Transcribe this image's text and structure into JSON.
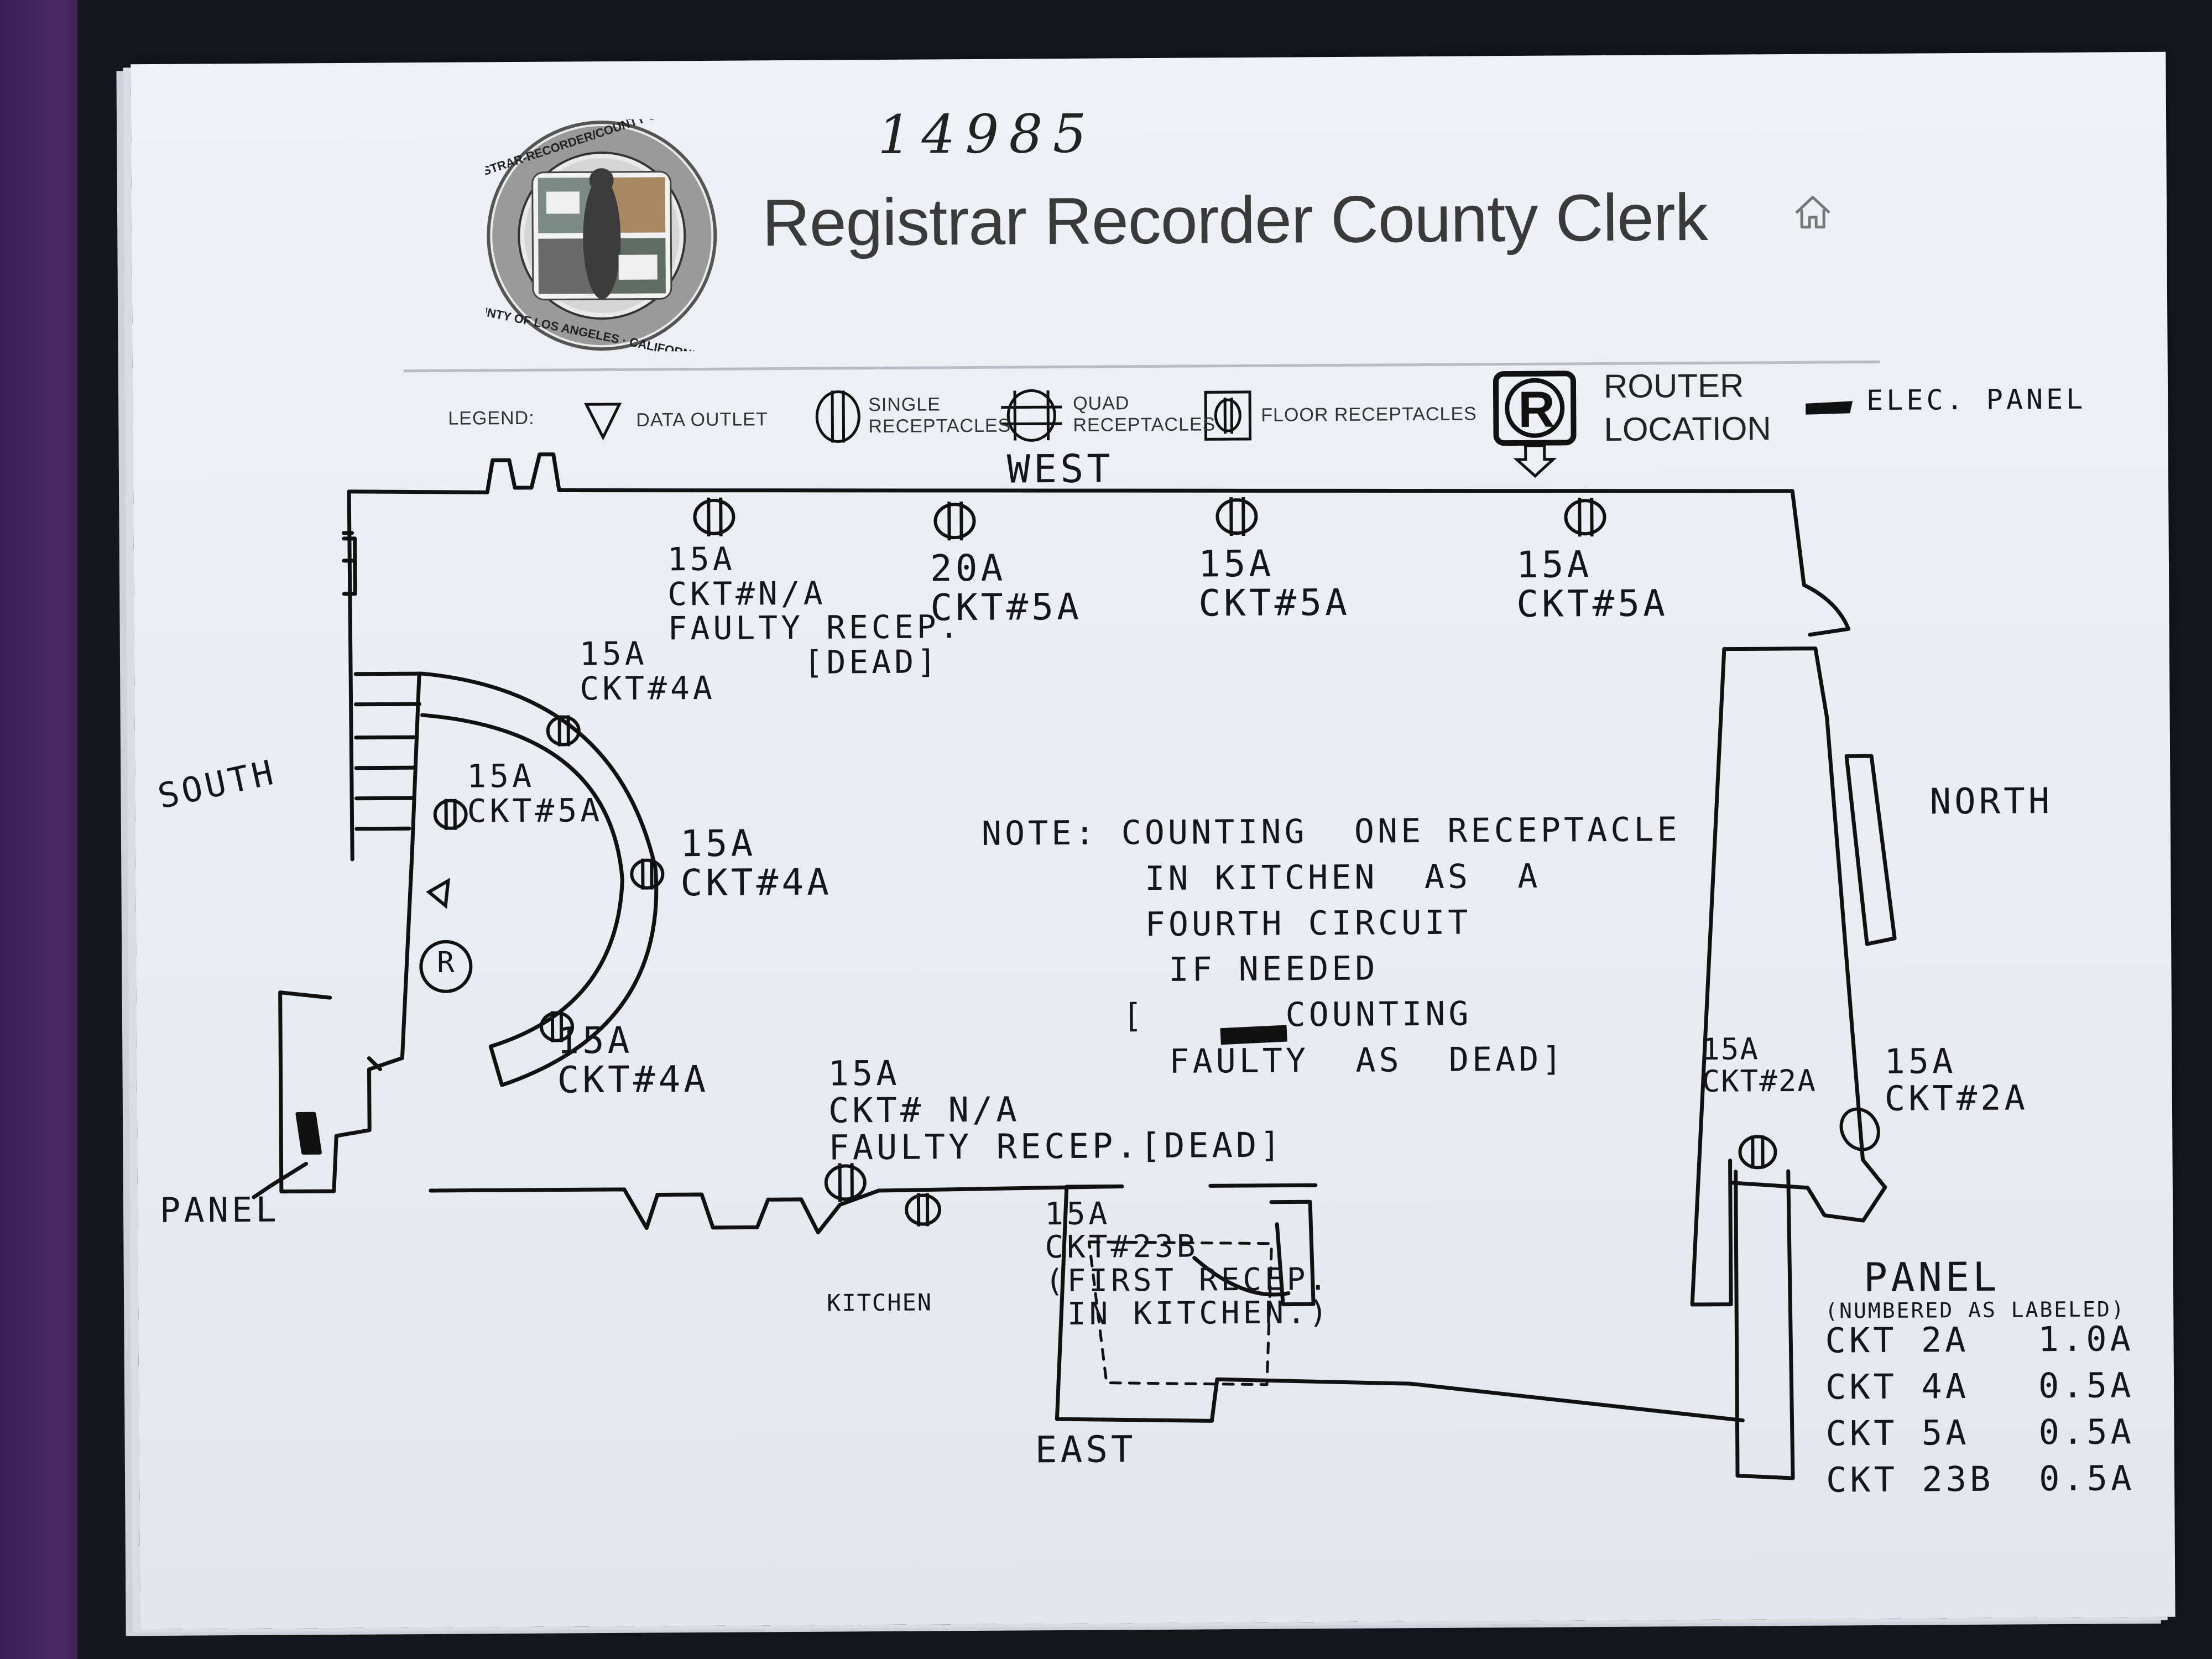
{
  "document": {
    "number": "14985",
    "header_title": "Registrar Recorder County Clerk",
    "seal_text": "REGISTRAR-RECORDER/COUNTY CLERK · COUNTY OF LOS ANGELES · CALIFORNIA"
  },
  "legend": {
    "title": "LEGEND:",
    "data_outlet": "DATA OUTLET",
    "single_receptacles": "SINGLE\nRECEPTACLES",
    "quad_receptacles": "QUAD\nRECEPTACLES",
    "floor_receptacles": "FLOOR RECEPTACLES",
    "router_location": "ROUTER\nLOCATION",
    "router_symbol": "R",
    "elec_panel": "ELEC. PANEL"
  },
  "directions": {
    "west": "WEST",
    "south": "SOUTH",
    "north": "NORTH",
    "east": "EAST"
  },
  "labels": {
    "west_1": "15A\nCKT#N/A\nFAULTY RECEP.\n      [DEAD]",
    "west_2": "20A\nCKT#5A",
    "west_3": "15A\nCKT#5A",
    "west_4": "15A\nCKT#5A",
    "curve_top": "15A\nCKT#4A",
    "curve_left": "15A\nCKT#5A",
    "curve_right": "15A\nCKT#4A",
    "curve_bottom": "15A\nCKT#4A",
    "east_faulty": "15A\nCKT# N/A\nFAULTY RECEP.[DEAD]",
    "kitchen_recep": "15A\nCKT#23B\n(FIRST RECEP.\n IN KITCHEN.)",
    "kitchen": "KITCHEN",
    "router_marker": "R",
    "north_1": "15A\nCKT#2A",
    "north_2": "15A\nCKT#2A",
    "panel_left": "PANEL",
    "note": "NOTE: COUNTING  ONE RECEPTACLE\n       IN KITCHEN  AS  A\n       FOURTH CIRCUIT\n        IF NEEDED\n      [      COUNTING\n        FAULTY  AS  DEAD]"
  },
  "panel_table": {
    "title": "PANEL",
    "subtitle": "(NUMBERED AS LABELED)",
    "rows": [
      {
        "circuit": "CKT 2A",
        "load": "1.0A"
      },
      {
        "circuit": "CKT 4A",
        "load": "0.5A"
      },
      {
        "circuit": "CKT 5A",
        "load": "0.5A"
      },
      {
        "circuit": "CKT 23B",
        "load": "0.5A"
      }
    ]
  }
}
